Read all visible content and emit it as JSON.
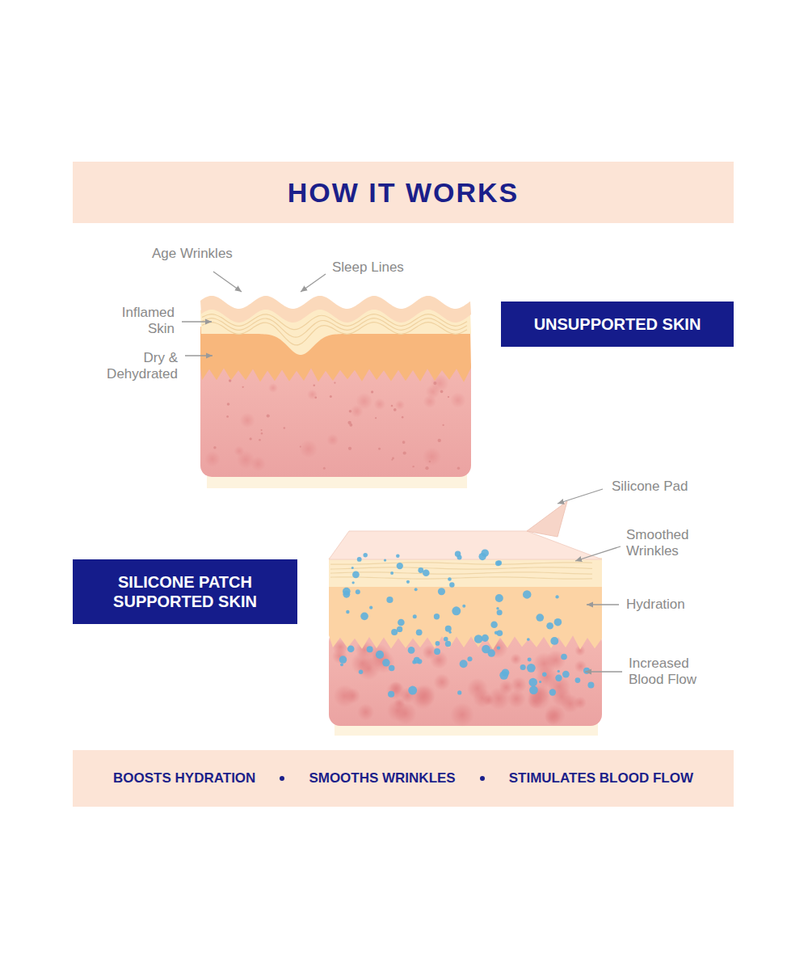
{
  "diagram": {
    "title": "HOW IT WORKS",
    "nodes": [
      {
        "text": [
          "UNSUPPORTED SKIN"
        ]
      },
      {
        "text": [
          "SILICONE PATCH SUPPORTED SKIN"
        ]
      },
      {
        "text": [
          "BOOSTS HYDRATION",
          "SMOOTHS WRINKLES",
          "STIMULATES BLOOD FLOW"
        ]
      }
    ],
    "labels": [
      "Age Wrinkles",
      "Sleep Lines",
      "Inflamed Skin",
      "Dry & Dehydrated",
      "Silicone Pad",
      "Smoothed Wrinkles",
      "Hydration",
      "Increased Blood Flow"
    ]
  }
}
